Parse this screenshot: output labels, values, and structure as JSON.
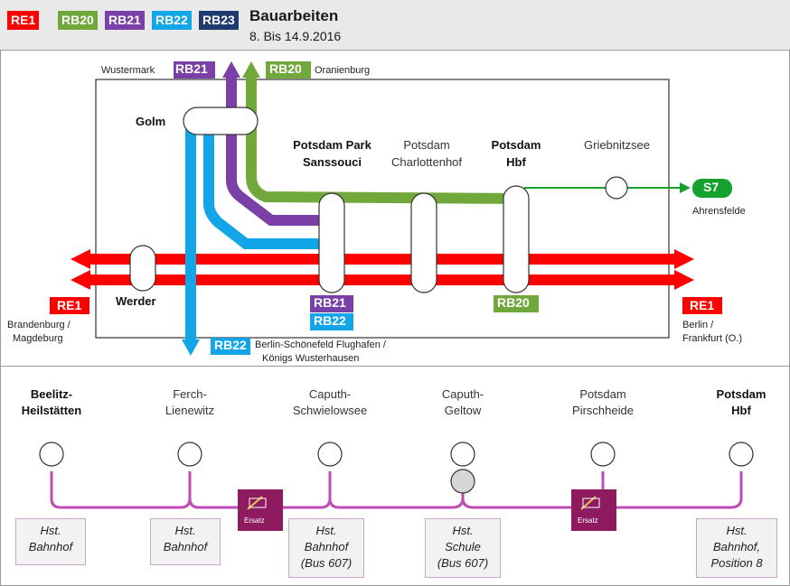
{
  "header": {
    "badges": [
      {
        "label": "RE1",
        "color": "#ff0000"
      },
      {
        "label": "RB20",
        "color": "#70a83b"
      },
      {
        "label": "RB21",
        "color": "#7b3fa8"
      },
      {
        "label": "RB22",
        "color": "#12a6e8"
      },
      {
        "label": "RB23",
        "color": "#1f3a6e"
      }
    ],
    "title": "Bauarbeiten",
    "date": "8. Bis 14.9.2016"
  },
  "map": {
    "wustermark": "Wustermark",
    "rb21_top": "RB21",
    "rb20_top": "RB20",
    "oranienburg": "Oranienburg",
    "golm": "Golm",
    "park_sanssouci_1": "Potsdam Park",
    "park_sanssouci_2": "Sanssouci",
    "charlottenhof_1": "Potsdam",
    "charlottenhof_2": "Charlottenhof",
    "hbf_1": "Potsdam",
    "hbf_2": "Hbf",
    "griebnitzsee": "Griebnitzsee",
    "s7": "S7",
    "ahrensfelde": "Ahrensfelde",
    "werder": "Werder",
    "re1_left": "RE1",
    "brandenburg_1": "Brandenburg /",
    "brandenburg_2": "Magdeburg",
    "rb21_bottom": "RB21",
    "rb22_bottom": "RB22",
    "rb20_bottom": "RB20",
    "re1_right": "RE1",
    "berlin_1": "Berlin /",
    "berlin_2": "Frankfurt (O.)",
    "rb22_down": "RB22",
    "schoenefeld_1": "Berlin-Schönefeld Flughafen /",
    "schoenefeld_2": "Königs Wusterhausen"
  },
  "bus": {
    "stops": [
      {
        "line1": "Beelitz-",
        "line2": "Heilstätten",
        "bold": true
      },
      {
        "line1": "Ferch-",
        "line2": "Lienewitz",
        "bold": false
      },
      {
        "line1": "Caputh-",
        "line2": "Schwielowsee",
        "bold": false
      },
      {
        "line1": "Caputh-",
        "line2": "Geltow",
        "bold": false
      },
      {
        "line1": "Potsdam",
        "line2": "Pirschheide",
        "bold": false
      },
      {
        "line1": "Potsdam",
        "line2": "Hbf",
        "bold": true
      }
    ],
    "boxes": [
      {
        "line1": "Hst.",
        "line2": "Bahnhof",
        "line3": ""
      },
      {
        "line1": "Hst.",
        "line2": "Bahnhof",
        "line3": ""
      },
      {
        "line1": "Hst.",
        "line2": "Bahnhof",
        "line3": "(Bus 607)"
      },
      {
        "line1": "Hst.",
        "line2": "Schule",
        "line3": "(Bus 607)"
      },
      {
        "line1": "Hst.",
        "line2": "Bahnhof,",
        "line3": "Position 8"
      }
    ],
    "ersatz_label": "Ersatz"
  },
  "colors": {
    "re1": "#ff0000",
    "rb20": "#70a83b",
    "rb21": "#7b3fa8",
    "rb22": "#12a6e8",
    "s7": "#16a02e",
    "bus": "#c04bb4",
    "ersatz": "#8e1b5f"
  }
}
